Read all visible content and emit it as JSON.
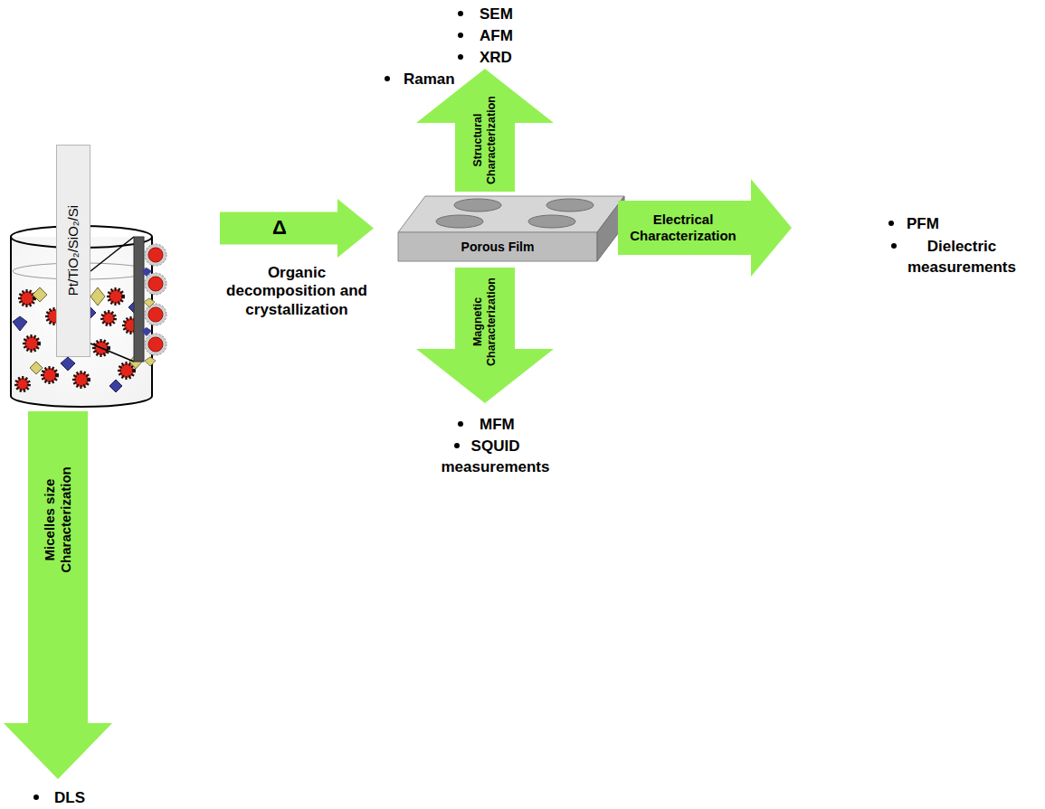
{
  "diagram": {
    "nodes": [
      {
        "text": [
          "Pt/TiO₂/SiO₂/Si"
        ]
      },
      {
        "text": [
          "Δ",
          "Organic decomposition and crystallization"
        ]
      },
      {
        "text": [
          "Porous Film"
        ]
      },
      {
        "text": [
          "Structural Characterization"
        ]
      },
      {
        "text": [
          "Electrical Characterization"
        ]
      },
      {
        "text": [
          "Magnetic Characterization"
        ]
      },
      {
        "text": [
          "Micelles size Characterization"
        ]
      }
    ],
    "labels": [
      "SEM",
      "AFM",
      "XRD",
      "Raman",
      "PFM",
      "Dielectric measurements",
      "MFM",
      "SQUID measurements",
      "DLS"
    ]
  }
}
